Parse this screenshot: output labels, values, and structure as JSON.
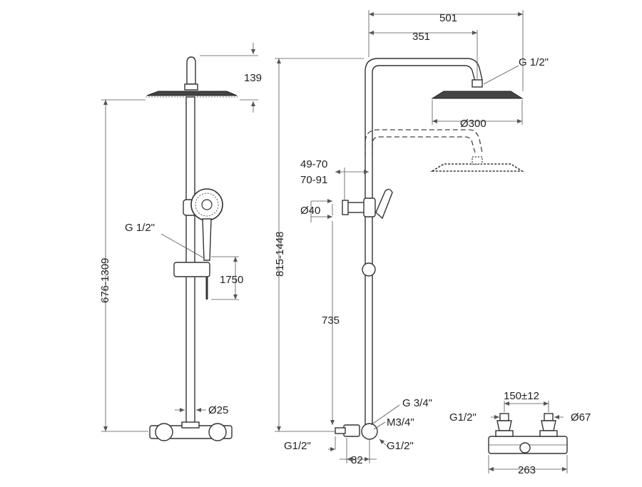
{
  "front_view": {
    "dim_top": "139",
    "dim_height": "676-1309",
    "dim_holder": "1750",
    "dim_tube": "Ø25",
    "label_thread": "G 1/2\""
  },
  "side_view": {
    "dim_arm_outer": "501",
    "dim_arm_inner": "351",
    "label_head_thread": "G 1/2\"",
    "dim_head": "Ø300",
    "dim_wall_1": "49-70",
    "dim_wall_2": "70-91",
    "dim_bracket": "Ø40",
    "dim_height": "815-1448",
    "dim_lower": "735",
    "label_g34": "G 3/4\"",
    "label_m34": "M3/4\"",
    "label_g12_left": "G1/2\"",
    "label_g12_right": "G1/2\"",
    "dim_offset": "82"
  },
  "valve_view": {
    "dim_centres": "150±12",
    "label_g12": "G1/2\"",
    "dim_cover": "Ø67",
    "dim_width": "263"
  }
}
